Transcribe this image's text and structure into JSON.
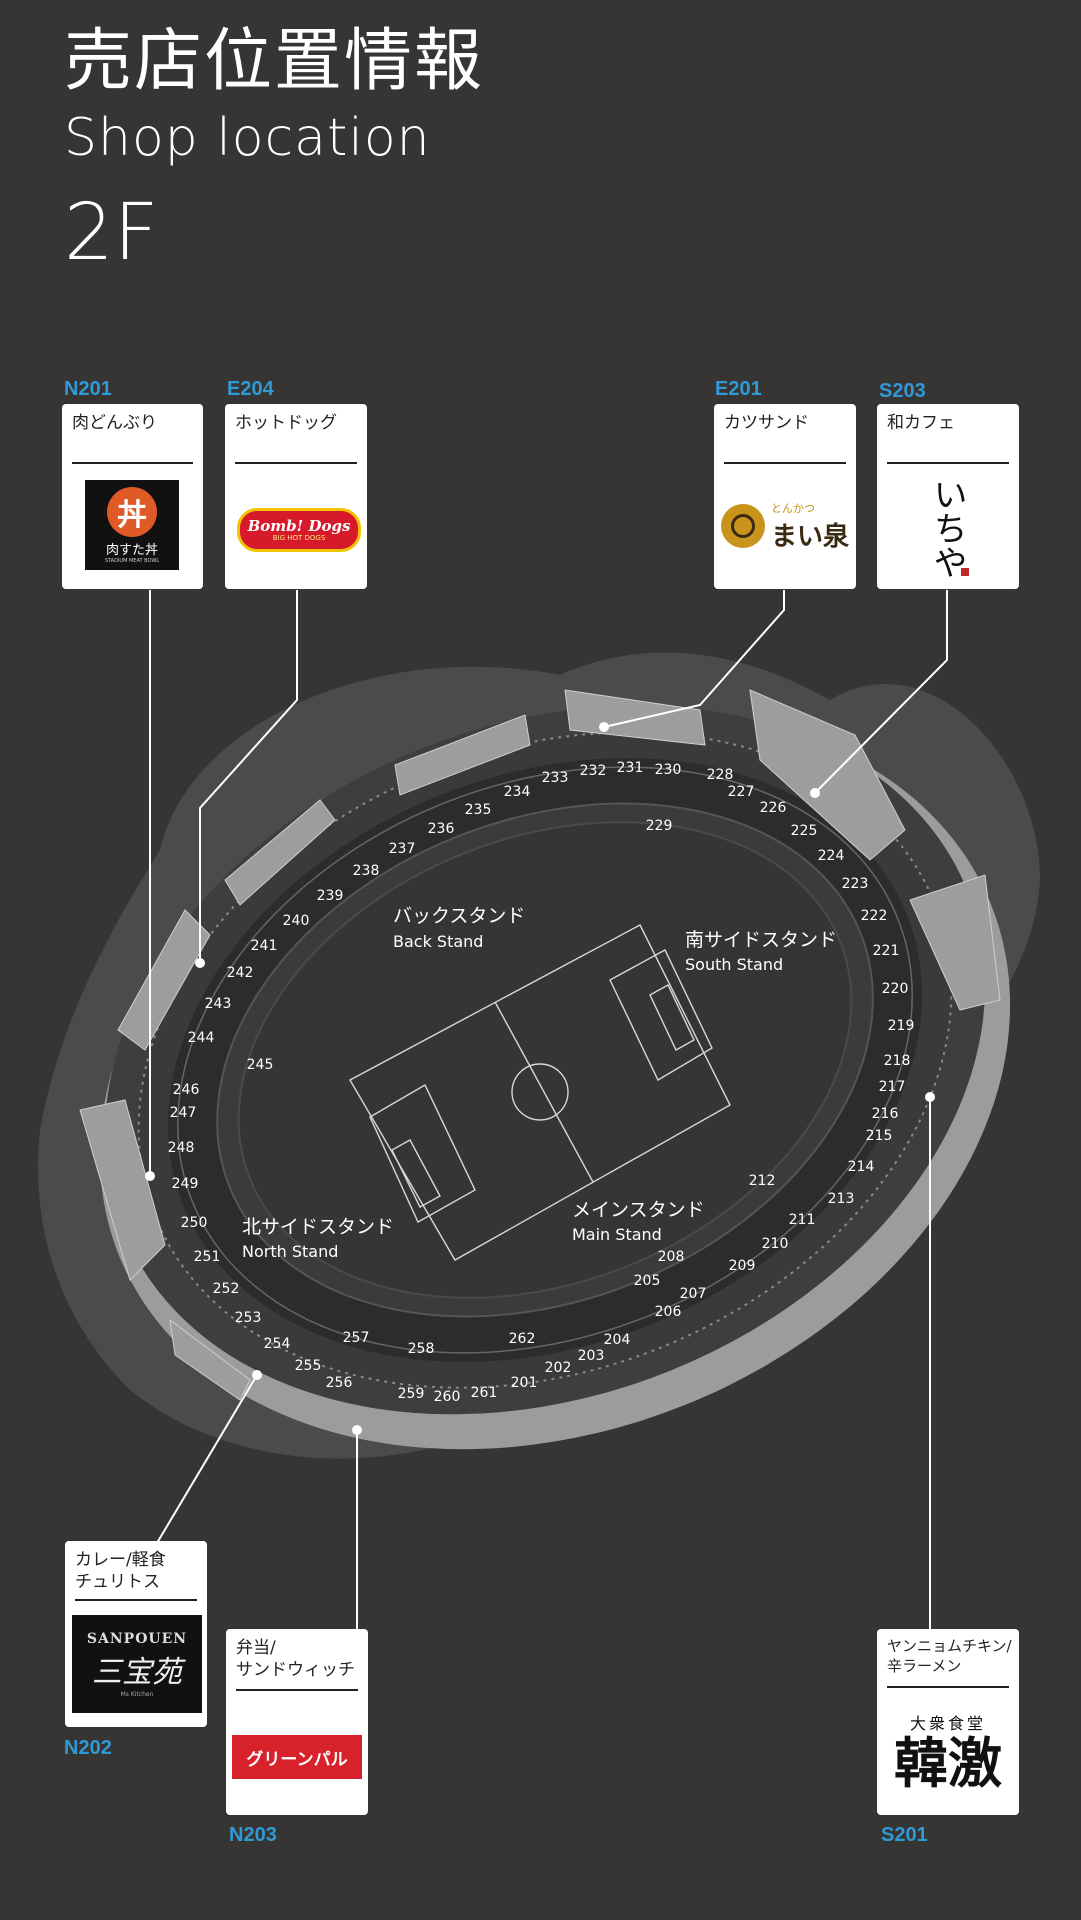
{
  "header": {
    "title_ja": "売店位置情報",
    "title_en": "Shop location",
    "floor": "2F"
  },
  "stands": [
    {
      "id": "back",
      "ja": "バックスタンド",
      "en": "Back Stand"
    },
    {
      "id": "south",
      "ja": "南サイドスタンド",
      "en": "South Stand"
    },
    {
      "id": "north",
      "ja": "北サイドスタンド",
      "en": "North Stand"
    },
    {
      "id": "main",
      "ja": "メインスタンド",
      "en": "Main Stand"
    }
  ],
  "shops": {
    "n201": {
      "code": "N201",
      "category": "肉どんぶり",
      "logo_text": "肉すた丼",
      "logo_sub": "STADIUM MEAT BOWL"
    },
    "e204": {
      "code": "E204",
      "category": "ホットドッグ",
      "logo_text": "Bomb! Dogs",
      "logo_sub": "BIG HOT DOGS"
    },
    "e201": {
      "code": "E201",
      "category": "カツサンド",
      "logo_small": "とんかつ",
      "logo_text": "まい泉"
    },
    "s203": {
      "code": "S203",
      "category": "和カフェ",
      "logo_text": "いちや"
    },
    "n202": {
      "code": "N202",
      "category": "カレー/軽食\nチュリトス",
      "logo_text": "SANPOUEN",
      "logo_script": "三宝苑",
      "logo_sub": "Ms Kitchen"
    },
    "n203": {
      "code": "N203",
      "category": "弁当/\nサンドウィッチ",
      "logo_text": "グリーンパル"
    },
    "s201": {
      "code": "S201",
      "category": "ヤンニョムチキン/\n辛ラーメン",
      "logo_small": "大衆食堂",
      "logo_text": "韓激"
    }
  },
  "blocks": [
    "201",
    "202",
    "203",
    "204",
    "205",
    "206",
    "207",
    "208",
    "209",
    "210",
    "211",
    "212",
    "213",
    "214",
    "215",
    "216",
    "217",
    "218",
    "219",
    "220",
    "221",
    "222",
    "223",
    "224",
    "225",
    "226",
    "227",
    "228",
    "229",
    "230",
    "231",
    "232",
    "233",
    "234",
    "235",
    "236",
    "237",
    "238",
    "239",
    "240",
    "241",
    "242",
    "243",
    "244",
    "245",
    "246",
    "247",
    "248",
    "249",
    "250",
    "251",
    "252",
    "253",
    "254",
    "255",
    "256",
    "257",
    "258",
    "259",
    "260",
    "261",
    "262"
  ],
  "colors": {
    "background": "#363534",
    "outer_ring": "#555555",
    "concourse": "#9b9b9b",
    "accent": "#2f9ad6",
    "card": "#ffffff"
  }
}
